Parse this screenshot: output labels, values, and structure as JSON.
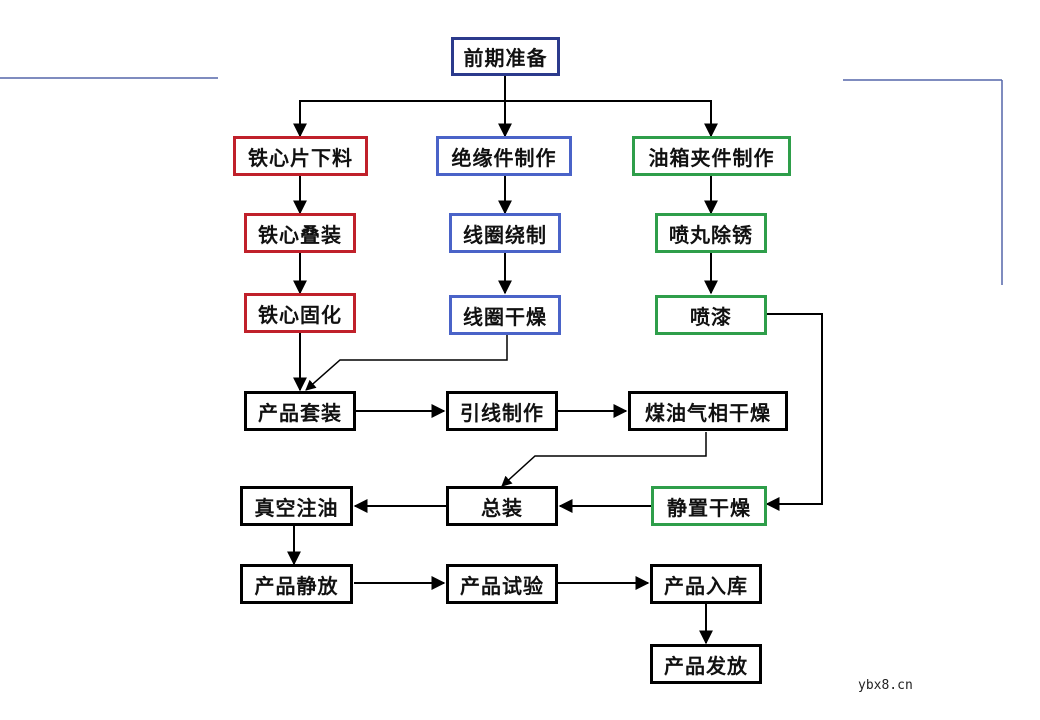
{
  "colors": {
    "black": "#000000",
    "red": "#c0202a",
    "blue": "#4a63c8",
    "green": "#2e9e4a",
    "navy": "#2b3a8c",
    "rule": "#5566aa"
  },
  "nodes": {
    "start": {
      "label": "前期准备",
      "color": "navy"
    },
    "core_cut": {
      "label": "铁心片下料",
      "color": "red"
    },
    "core_stack": {
      "label": "铁心叠装",
      "color": "red"
    },
    "core_cure": {
      "label": "铁心固化",
      "color": "red"
    },
    "insul_make": {
      "label": "绝缘件制作",
      "color": "blue"
    },
    "coil_wind": {
      "label": "线圈绕制",
      "color": "blue"
    },
    "coil_dry": {
      "label": "线圈干燥",
      "color": "blue"
    },
    "tank_make": {
      "label": "油箱夹件制作",
      "color": "green"
    },
    "shot_blast": {
      "label": "喷丸除锈",
      "color": "green"
    },
    "paint": {
      "label": "喷漆",
      "color": "green"
    },
    "assembly": {
      "label": "产品套装",
      "color": "black"
    },
    "lead_make": {
      "label": "引线制作",
      "color": "black"
    },
    "kerosene_dry": {
      "label": "煤油气相干燥",
      "color": "black"
    },
    "static_dry": {
      "label": "静置干燥",
      "color": "green"
    },
    "final_assembly": {
      "label": "总装",
      "color": "black"
    },
    "vacuum_oil": {
      "label": "真空注油",
      "color": "black"
    },
    "product_rest": {
      "label": "产品静放",
      "color": "black"
    },
    "product_test": {
      "label": "产品试验",
      "color": "black"
    },
    "warehouse": {
      "label": "产品入库",
      "color": "black"
    },
    "dispatch": {
      "label": "产品发放",
      "color": "black"
    }
  },
  "edges": [
    [
      "start",
      "core_cut"
    ],
    [
      "start",
      "insul_make"
    ],
    [
      "start",
      "tank_make"
    ],
    [
      "core_cut",
      "core_stack"
    ],
    [
      "core_stack",
      "core_cure"
    ],
    [
      "core_cure",
      "assembly"
    ],
    [
      "insul_make",
      "coil_wind"
    ],
    [
      "coil_wind",
      "coil_dry"
    ],
    [
      "coil_dry",
      "assembly"
    ],
    [
      "tank_make",
      "shot_blast"
    ],
    [
      "shot_blast",
      "paint"
    ],
    [
      "paint",
      "static_dry"
    ],
    [
      "assembly",
      "lead_make"
    ],
    [
      "lead_make",
      "kerosene_dry"
    ],
    [
      "kerosene_dry",
      "final_assembly"
    ],
    [
      "static_dry",
      "final_assembly"
    ],
    [
      "final_assembly",
      "vacuum_oil"
    ],
    [
      "vacuum_oil",
      "product_rest"
    ],
    [
      "product_rest",
      "product_test"
    ],
    [
      "product_test",
      "warehouse"
    ],
    [
      "warehouse",
      "dispatch"
    ]
  ],
  "watermark": "ybx8.cn"
}
